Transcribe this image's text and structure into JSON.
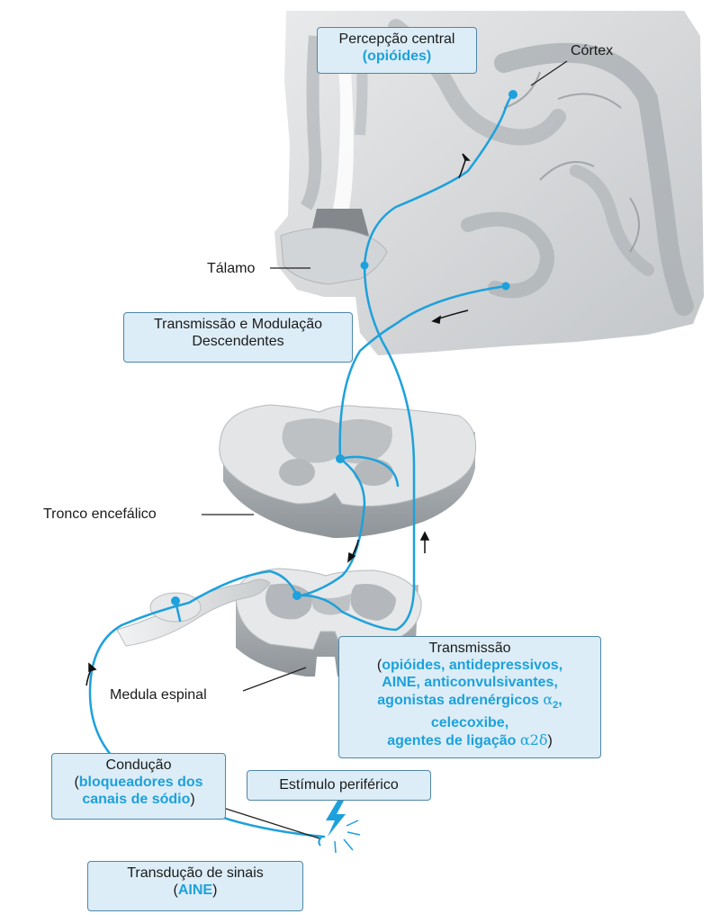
{
  "labels": {
    "cortex": "Córtex",
    "thalamus": "Tálamo",
    "brainstem": "Tronco encefálico",
    "spinal_cord": "Medula espinal"
  },
  "boxes": {
    "central_perception": {
      "title": "Percepção central",
      "drugs": "(opióides)"
    },
    "descending": {
      "line1": "Transmissão e Modulação",
      "line2": "Descendentes"
    },
    "transmission": {
      "title": "Transmissão",
      "open": "(",
      "line1": "opióides, antidepressivos,",
      "line2": "AINE, anticonvulsivantes,",
      "line3a": "agonistas adrenérgicos ",
      "alpha2": "α",
      "alpha2_sub": "2",
      "line3_comma": ",",
      "line4": "celecoxibe,",
      "line5a": "agentes de ligação ",
      "alpha2delta": "α2δ",
      "close": ")"
    },
    "conduction": {
      "title": "Condução",
      "open": "(",
      "line1": "bloqueadores dos",
      "line2": "canais de sódio",
      "close": ")"
    },
    "stimulus": {
      "title": "Estímulo periférico"
    },
    "transduction": {
      "title": "Transdução de sinais",
      "open": "(",
      "drug": "AINE",
      "close": ")"
    }
  },
  "colors": {
    "neuron": "#1da1dc",
    "box_fill": "#dcedf7",
    "box_border": "#4f86a8",
    "tissue": "#c7cacc",
    "tissue_dark": "#9a9fa3",
    "highlight": "#1da1dc"
  }
}
